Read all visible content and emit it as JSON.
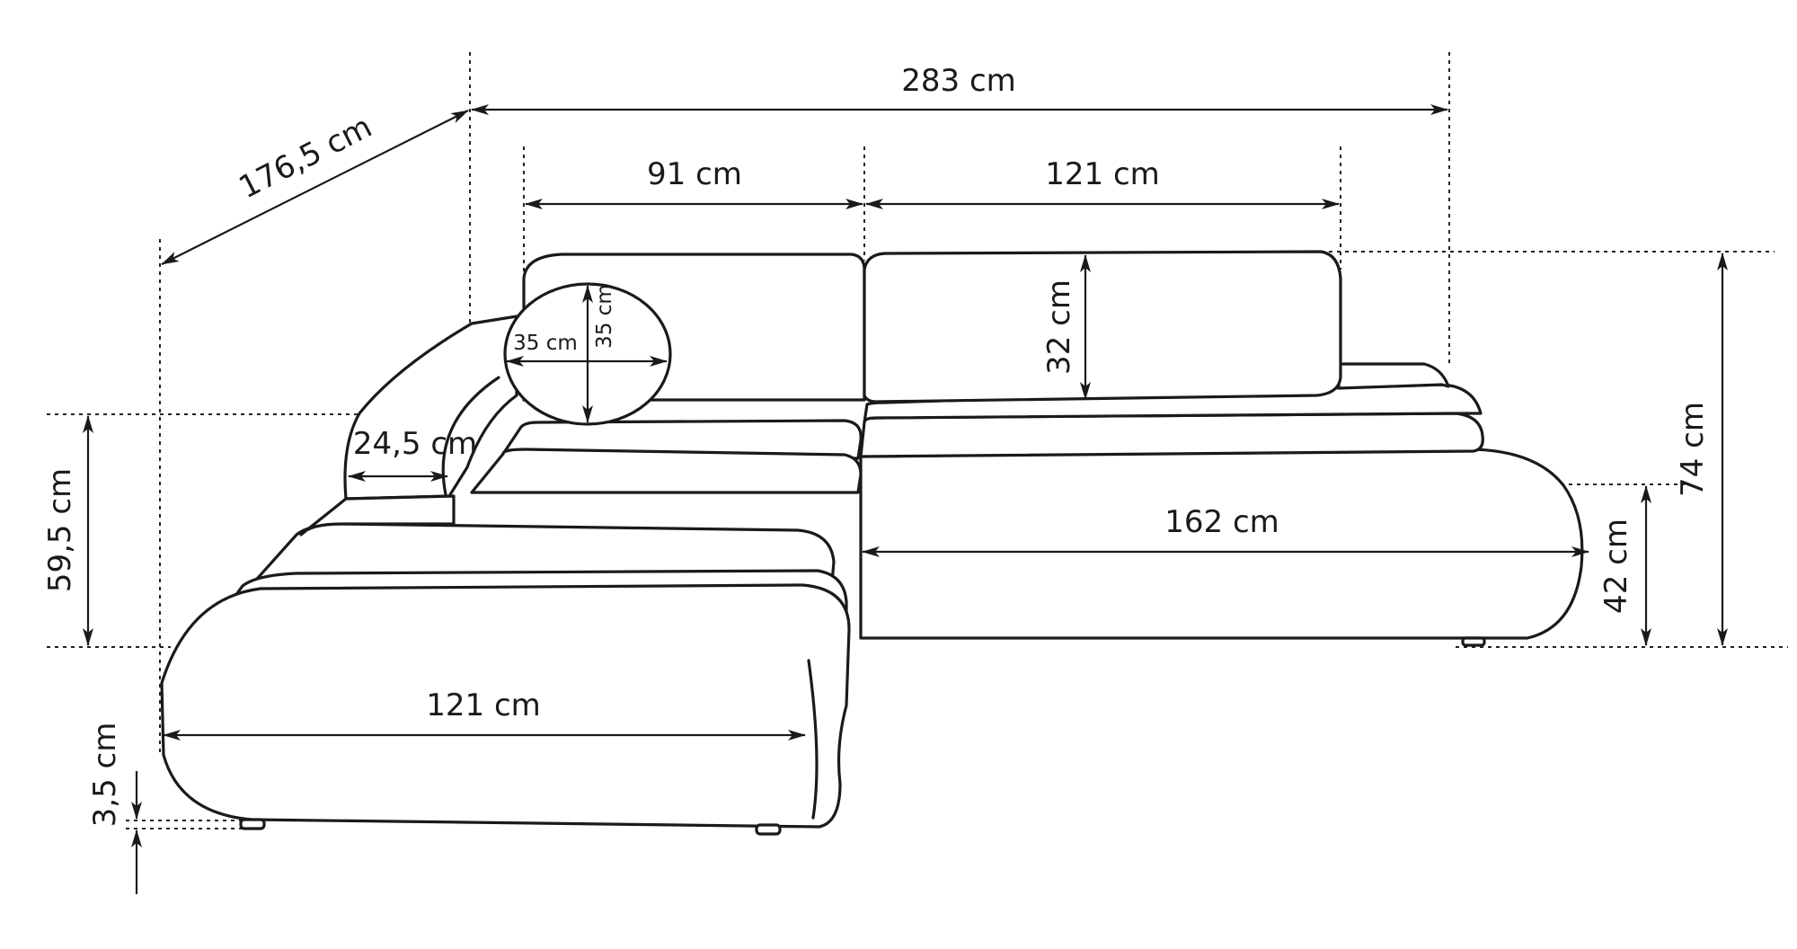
{
  "dimensions": {
    "total_width": "283 cm",
    "depth": "176,5 cm",
    "backrest_left": "91 cm",
    "backrest_right": "121 cm",
    "backrest_height": "32 cm",
    "total_height": "74 cm",
    "seat_height": "42 cm",
    "armrest_height": "59,5 cm",
    "armrest_width": "24,5 cm",
    "pillow_width": "35 cm",
    "pillow_height": "35 cm",
    "chaise_length": "121 cm",
    "seat_length": "162 cm",
    "leg_height": "3,5 cm"
  }
}
